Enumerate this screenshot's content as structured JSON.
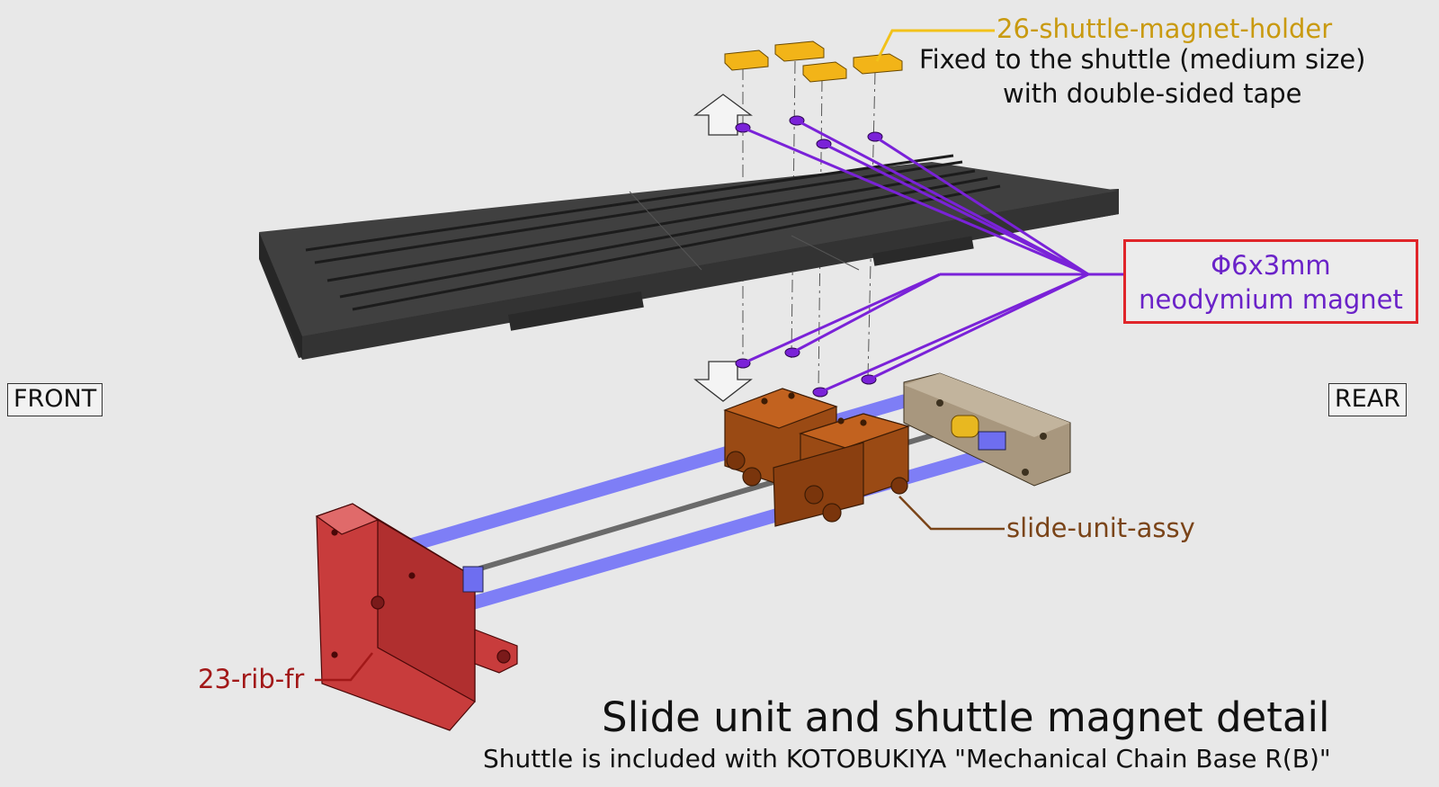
{
  "labels": {
    "holder": "26-shuttle-magnet-holder",
    "holder_note_line1": "Fixed to the shuttle (medium size)",
    "holder_note_line2": "with double-sided tape",
    "magnet_line1": "Φ6x3mm",
    "magnet_line2": "neodymium magnet",
    "front": "FRONT",
    "rear": "REAR",
    "slide_unit": "slide-unit-assy",
    "rib": "23-rib-fr",
    "title": "Slide unit and shuttle magnet detail",
    "subtitle": "Shuttle is included with KOTOBUKIYA \"Mechanical Chain Base R(B)\""
  },
  "colors": {
    "background": "#e8e8e8",
    "holder_yellow": "#f2b418",
    "magnet_purple": "#7a22d8",
    "magnet_box_red": "#e0252a",
    "shuttle_dark": "#3a3a3a",
    "slide_brown": "#a8521a",
    "rib_red": "#c43a3a",
    "rod_blue": "#8080ff",
    "rear_plate": "#b5a58e"
  }
}
